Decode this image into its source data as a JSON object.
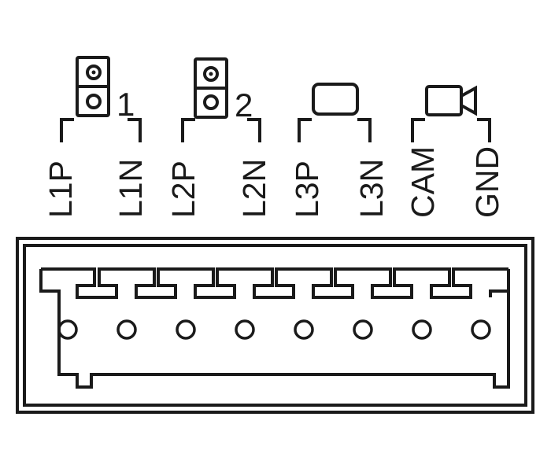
{
  "connector": {
    "pins": [
      {
        "label": "L1P"
      },
      {
        "label": "L1N"
      },
      {
        "label": "L2P"
      },
      {
        "label": "L2N"
      },
      {
        "label": "L3P"
      },
      {
        "label": "L3N"
      },
      {
        "label": "CAM"
      },
      {
        "label": "GND"
      }
    ]
  },
  "groups": [
    {
      "icon": "lock-icon",
      "number": "1"
    },
    {
      "icon": "lock-icon",
      "number": "2"
    },
    {
      "icon": "display-icon",
      "number": ""
    },
    {
      "icon": "camera-icon",
      "number": ""
    }
  ],
  "colors": {
    "stroke": "#1a1a1a",
    "background": "#ffffff"
  }
}
